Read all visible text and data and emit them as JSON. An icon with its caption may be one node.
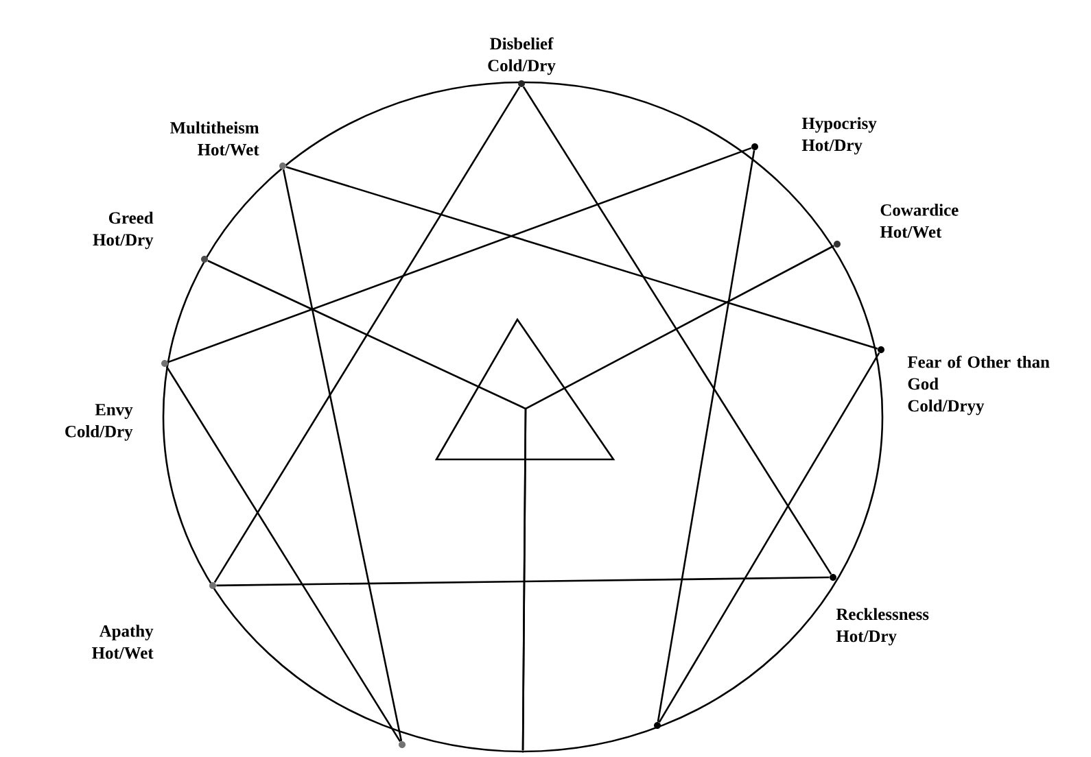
{
  "diagram": {
    "nodes": [
      {
        "text": [],
        "shape": "circle",
        "beside": [
          "Disbelief",
          "Cold/Dry"
        ]
      },
      {
        "text": [],
        "shape": "circle",
        "beside": [
          "Multitheism",
          "Hot/Wet"
        ]
      },
      {
        "text": [],
        "shape": "circle",
        "beside": [
          "Hypocrisy",
          "Hot/Dry"
        ]
      },
      {
        "text": [],
        "shape": "circle",
        "beside": [
          "Cowardice",
          "Hot/Wet"
        ]
      },
      {
        "text": [],
        "shape": "circle",
        "beside": [
          "Greed",
          "Hot/Dry"
        ]
      },
      {
        "text": [],
        "shape": "circle",
        "beside": [
          "Fear of Other than God",
          "Cold/Dryy"
        ]
      },
      {
        "text": [],
        "shape": "circle",
        "beside": [
          "Envy",
          "Cold/Dry"
        ]
      },
      {
        "text": [],
        "shape": "circle",
        "beside": [
          "Apathy",
          "Hot/Wet"
        ]
      },
      {
        "text": [],
        "shape": "circle",
        "beside": [
          "Recklessness",
          "Hot/Dry"
        ]
      },
      {
        "text": [],
        "shape": "circle"
      },
      {
        "text": [],
        "shape": "circle"
      },
      {
        "text": [],
        "shape": "point"
      }
    ],
    "edges": [
      {
        "from": 0,
        "to": 8,
        "arrow": "none"
      },
      {
        "from": 0,
        "to": 7,
        "arrow": "none"
      },
      {
        "from": 1,
        "to": 5,
        "arrow": "none"
      },
      {
        "from": 1,
        "to": 9,
        "arrow": "none"
      },
      {
        "from": 2,
        "to": 6,
        "arrow": "none"
      },
      {
        "from": 2,
        "to": 10,
        "arrow": "none"
      },
      {
        "from": 4,
        "to": 11,
        "arrow": "none"
      },
      {
        "from": 3,
        "to": 11,
        "arrow": "none"
      },
      {
        "from": 6,
        "to": 9,
        "arrow": "none"
      },
      {
        "from": 5,
        "to": 10,
        "arrow": "none"
      },
      {
        "from": 7,
        "to": 8,
        "arrow": "none"
      }
    ]
  }
}
